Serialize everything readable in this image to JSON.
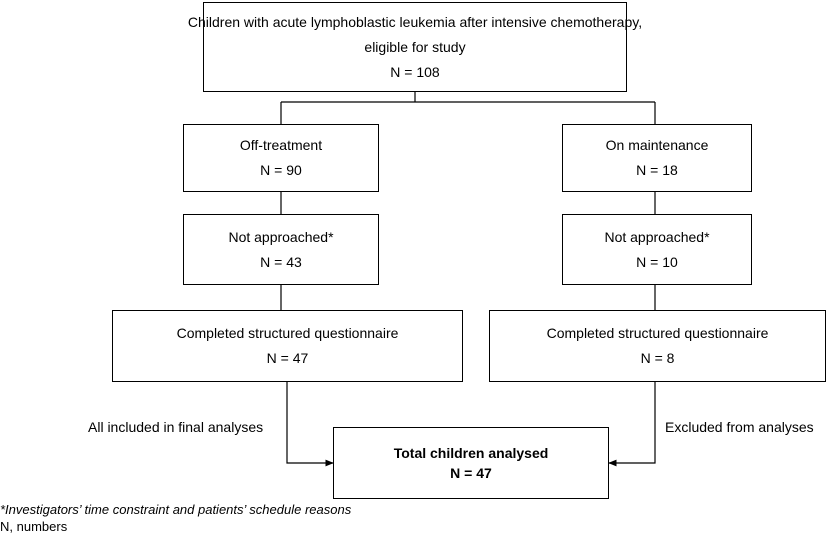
{
  "nodes": {
    "eligible": {
      "line1": "Children with acute lymphoblastic leukemia after intensive chemotherapy,",
      "line2": "eligible for study",
      "count": "N = 108"
    },
    "off_treatment": {
      "label": "Off-treatment",
      "count": "N = 90"
    },
    "on_maintenance": {
      "label": "On maintenance",
      "count": "N = 18"
    },
    "not_approached_off": {
      "label": "Not approached*",
      "count": "N = 43"
    },
    "not_approached_on": {
      "label": "Not approached*",
      "count": "N = 10"
    },
    "completed_off": {
      "label": "Completed structured questionnaire",
      "count": "N = 47"
    },
    "completed_on": {
      "label": "Completed structured questionnaire",
      "count": "N = 8"
    },
    "total": {
      "label": "Total children analysed",
      "count": "N = 47"
    }
  },
  "edge_labels": {
    "left": "All included in final analyses",
    "right": "Excluded from analyses"
  },
  "footnotes": {
    "asterisk": "*Investigators’ time constraint and patients’ schedule reasons",
    "abbrev": "N, numbers"
  },
  "colors": {
    "line": "#000000",
    "background": "#ffffff"
  }
}
